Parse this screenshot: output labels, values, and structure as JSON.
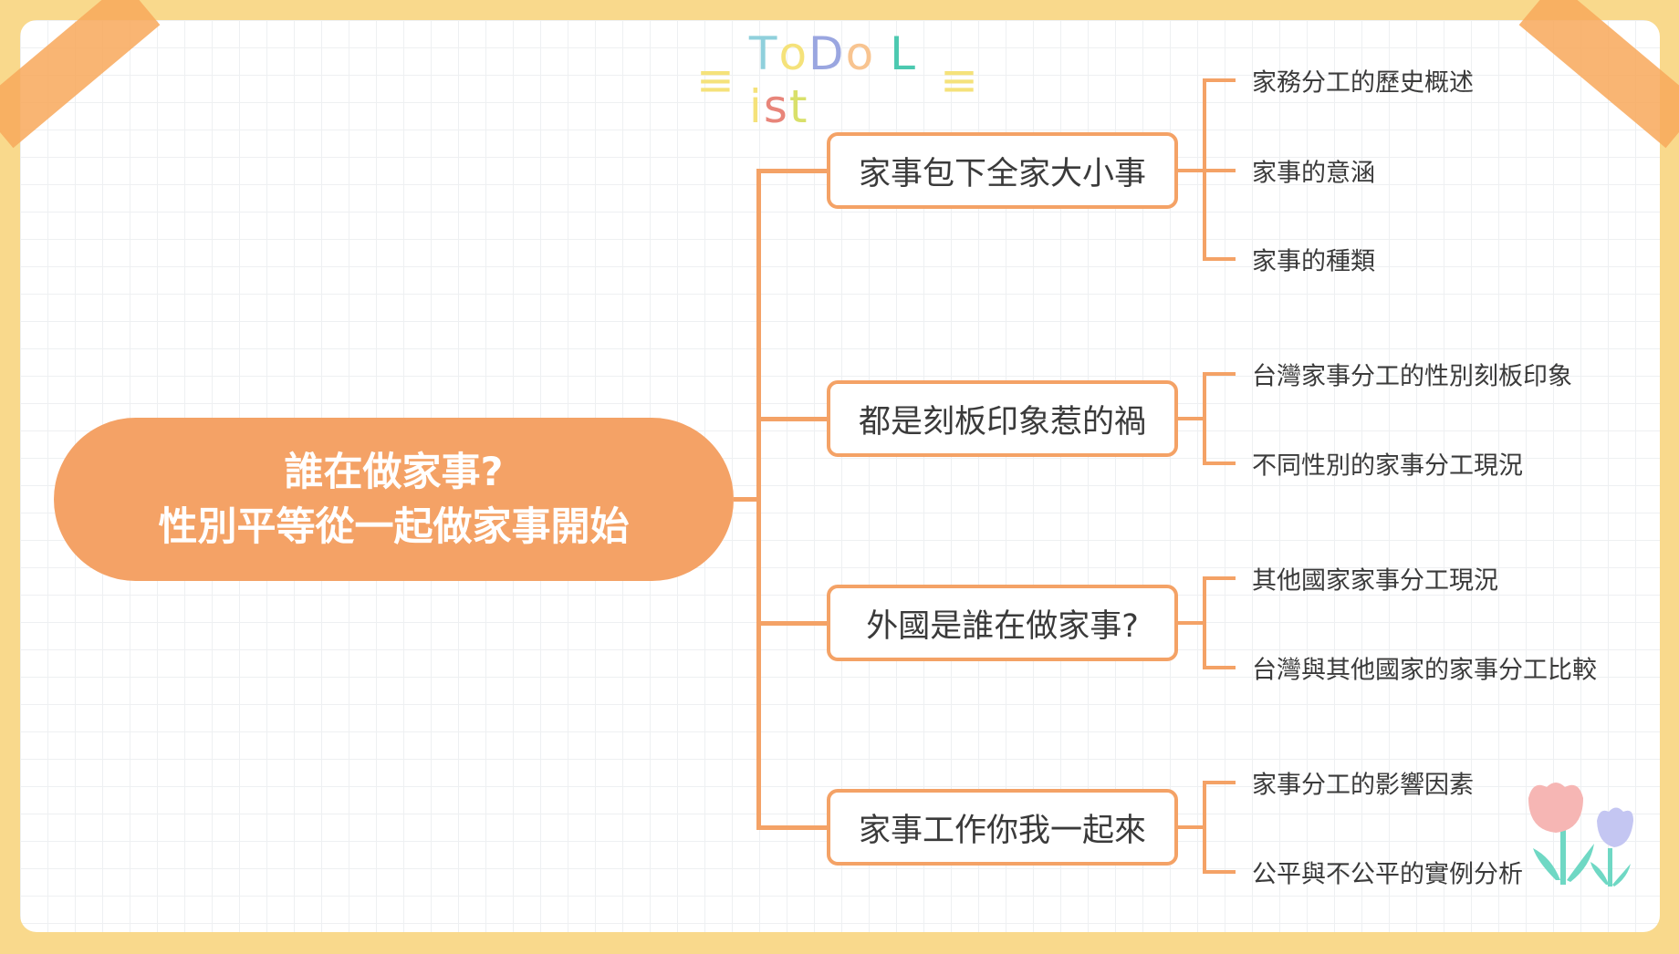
{
  "title": {
    "text": "ToDo List",
    "letters": [
      "T",
      "o",
      "D",
      "o",
      " ",
      "L",
      "i",
      "s",
      "t"
    ],
    "colors": [
      "#8fd0dc",
      "#f5e27a",
      "#9aa6e0",
      "#f8c490",
      "#fff",
      "#4cc9b0",
      "#f5e27a",
      "#e8857a",
      "#d9e06a"
    ]
  },
  "root": {
    "line1": "誰在做家事?",
    "line2": "性別平等從一起做家事開始"
  },
  "topics": [
    {
      "label": "家事包下全家大小事",
      "leaves": [
        "家務分工的歷史概述",
        "家事的意涵",
        "家事的種類"
      ]
    },
    {
      "label": "都是刻板印象惹的禍",
      "leaves": [
        "台灣家事分工的性別刻板印象",
        "不同性別的家事分工現況"
      ]
    },
    {
      "label": "外國是誰在做家事?",
      "leaves": [
        "其他國家家事分工現況",
        "台灣與其他國家的家事分工比較"
      ]
    },
    {
      "label": "家事工作你我一起來",
      "leaves": [
        "家事分工的影響因素",
        "公平與不公平的實例分析"
      ]
    }
  ],
  "colors": {
    "accent": "#f4a266",
    "border": "#f9d98c"
  }
}
